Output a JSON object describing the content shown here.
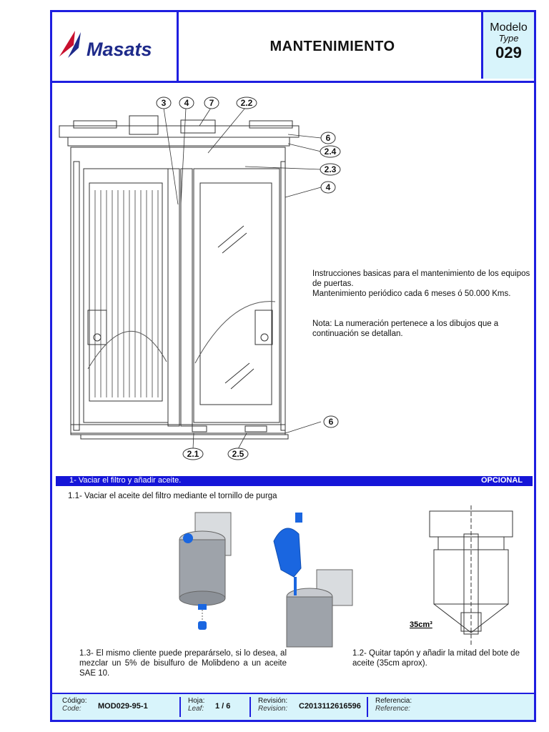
{
  "header": {
    "logo_text": "Masats",
    "title": "MANTENIMIENTO",
    "model_label": "Modelo",
    "model_label_en": "Type",
    "model_number": "029"
  },
  "diagram": {
    "callouts_top": [
      "3",
      "4",
      "7",
      "2.2"
    ],
    "callouts_right": [
      "6",
      "2.4",
      "2.3",
      "4",
      "6"
    ],
    "callouts_bottom": [
      "2.1",
      "2.5"
    ]
  },
  "intro": {
    "line1": "Instrucciones basicas para el mantenimiento de los equipos de puertas.",
    "line2": "Mantenimiento periódico cada 6 meses ó 50.000 Kms.",
    "note": "Nota: La numeración pertenece a los dibujos que a continuación se detallan."
  },
  "section": {
    "title": "1- Vaciar el filtro y añadir aceite.",
    "badge": "OPCIONAL"
  },
  "steps": {
    "s11": "1.1- Vaciar el aceite del filtro mediante el tornillo de purga",
    "s12": "1.2- Quitar tapón  y añadir la mitad del bote de aceite (35cm aprox).",
    "s13": "1.3- El mismo cliente puede preparárselo, si lo desea, al mezclar un 5% de bisulfuro de Molibdeno a un aceite SAE 10.",
    "volume_label": "35cm³"
  },
  "footer": {
    "code_label": "Código:",
    "code_label_en": "Code:",
    "code_value": "MOD029-95-1",
    "leaf_label": "Hoja:",
    "leaf_label_en": "Leaf:",
    "leaf_value": "1 / 6",
    "rev_label": "Revisión:",
    "rev_label_en": "Revision:",
    "rev_value": "C2013112616596",
    "ref_label": "Referencia:",
    "ref_label_en": "Reference:"
  },
  "colors": {
    "border": "#1e1ee0",
    "bar": "#1515d8",
    "panel": "#d8f4fb",
    "logo_red": "#c8102e",
    "filter_blue": "#1a66e0",
    "filter_grey": "#9ea3aa"
  }
}
